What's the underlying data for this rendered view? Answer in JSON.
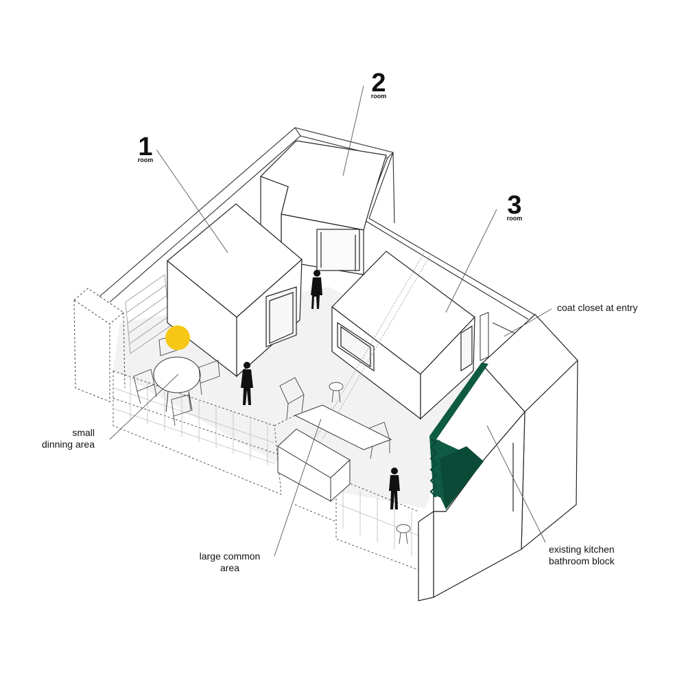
{
  "rooms": [
    {
      "number": "1",
      "word": "room"
    },
    {
      "number": "2",
      "word": "room"
    },
    {
      "number": "3",
      "word": "room"
    }
  ],
  "annotations": {
    "coat_closet": "coat closet at entry",
    "dining_line1": "small",
    "dining_line2": "dinning area",
    "common_line1": "large common",
    "common_line2": "area",
    "kitchen_line1": "existing kitchen",
    "kitchen_line2": "bathroom block"
  },
  "colors": {
    "accent_yellow": "#f7c716",
    "accent_green": "#0e5a43",
    "line": "#2a2a2a",
    "floor": "#f2f2f2"
  },
  "icons": [
    "person-silhouette",
    "chair",
    "round-table",
    "sofa",
    "light-fixture"
  ]
}
